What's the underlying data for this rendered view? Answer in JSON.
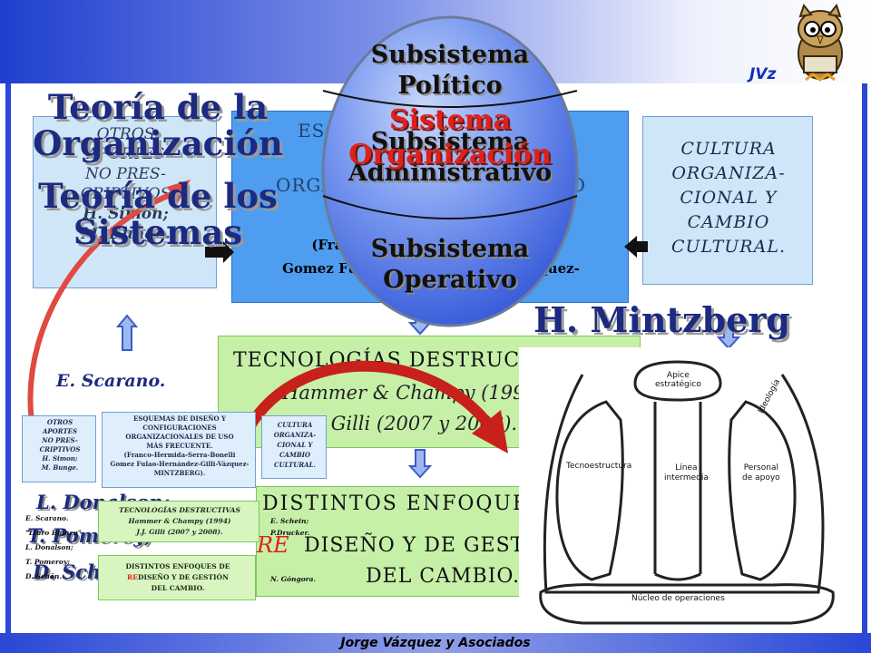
{
  "header": {
    "logo_text": "JVz",
    "footer": "Jorge Vázquez y Asociados"
  },
  "titles": {
    "teoria_org_line1": "Teoría de la",
    "teoria_org_line2": "Organización",
    "teoria_sis_line1": "Teoría de los",
    "teoria_sis_line2": "Sistemas",
    "mintzberg": "H. Mintzberg"
  },
  "boxes": {
    "otros_aportes": [
      "OTROS",
      "APORTES",
      "NO PRES-",
      "CRIPTIVOS",
      "H. Simon;",
      "M. Bunge."
    ],
    "esquemas": [
      "ESQUEMAS DE DISEÑO Y",
      "CONFIGURACIONES",
      "ORGANIZACIONALES DE USO",
      "MÁS FRECUENTE.",
      "(Franco-Hermida-Serra-Bonelli",
      "Gomez Fulao-Hernández-Gilli-Vázquez-",
      "MINTZBERG)."
    ],
    "cultura": [
      "CULTURA",
      "ORGANIZA-",
      "CIONAL Y",
      "CAMBIO",
      "CULTURAL."
    ],
    "tecnologias": [
      "TECNOLOGÍAS DESTRUCTIVAS",
      "Hammer & Champy (1994)",
      "J.J. Gilli (2007 y 2008)."
    ],
    "enfoques": [
      "DISTINTOS ENFOQUES DE",
      "RE",
      "DISEÑO Y DE GESTIÓN",
      "DEL CAMBIO."
    ],
    "scarano": "E. Scarano.",
    "left_authors": [
      "L. Donalson;",
      "T. Pomeroy;",
      "D. Schön."
    ],
    "mini": {
      "otros": [
        "OTROS",
        "APORTES",
        "NO PRES-",
        "CRIPTIVOS",
        "H. Simon;",
        "M. Bunge."
      ],
      "esquemas": [
        "ESQUEMAS DE DISEÑO Y",
        "CONFIGURACIONES",
        "ORGANIZACIONALES DE USO",
        "MÁS FRECUENTE.",
        "(Franco-Hermida-Serra-Bonelli",
        "Gomez Fulao-Hernández-Gilli-Vázquez-",
        "MINTZBERG)."
      ],
      "cultura": [
        "CULTURA",
        "ORGANIZA-",
        "CIONAL Y",
        "CAMBIO",
        "CULTURAL."
      ],
      "tecnologias": [
        "TECNOLOGÍAS DESTRUCTIVAS",
        "Hammer & Champy (1994)",
        "J.J. Gilli (2007 y 2008)."
      ],
      "enfoques": [
        "DISTINTOS ENFOQUES DE",
        "RE",
        "DISEÑO Y DE GESTIÓN",
        "DEL CAMBIO."
      ],
      "left_authors": [
        "E. Scarano.",
        "\"Libro Blanco\"",
        "L. Donalson;",
        "T. Pomeroy;",
        "D. Schön."
      ],
      "right_authors": [
        "E. Schein;",
        "P.Drucker.",
        "N. Góngora."
      ]
    }
  },
  "sphere": {
    "top_line1": "Subsistema",
    "top_line2": "Político",
    "mid_line1": "Subsistema",
    "mid_line2": "Administrativo",
    "bottom_line1": "Subsistema",
    "bottom_line2": "Operativo",
    "overlay_line1": "Sistema",
    "overlay_line2": "Organización"
  },
  "mintzberg_diagram": {
    "apice": [
      "Apice",
      "estratégico"
    ],
    "ideologia": "Ideología",
    "tecnoestructura": "Tecnoestructura",
    "linea": [
      "Línea",
      "intermedia"
    ],
    "personal": [
      "Personal",
      "de apoyo"
    ],
    "nucleo": "Núcleo de operaciones"
  },
  "colors": {
    "band": "#1f3fcf",
    "sphere": "#5d86e8",
    "red_text": "#e0201a",
    "box_mid": "#4e9df0",
    "box_green": "#c6f0a8"
  }
}
